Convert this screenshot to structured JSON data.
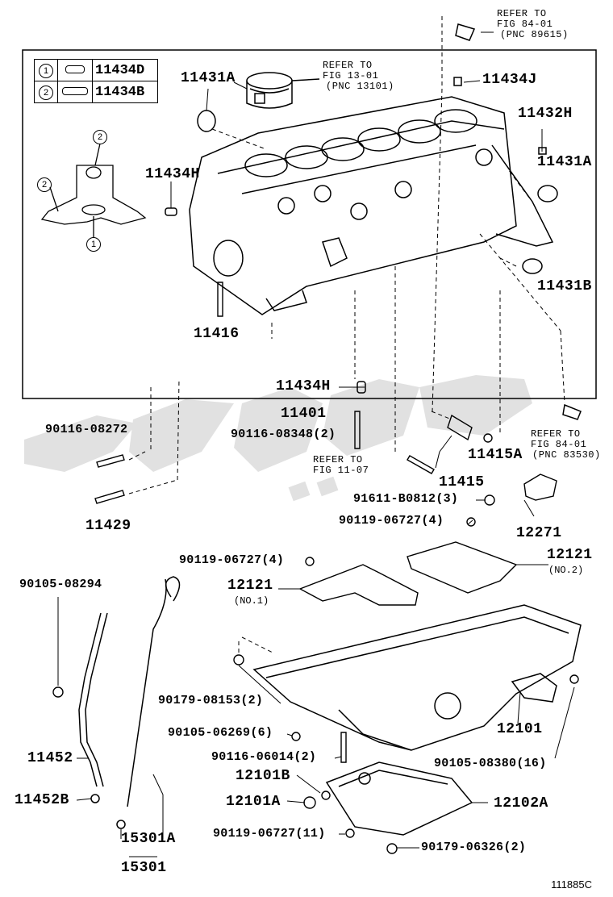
{
  "legend": {
    "rows": [
      {
        "num": "1",
        "part": "11434D"
      },
      {
        "num": "2",
        "part": "11434B"
      }
    ]
  },
  "labels": {
    "p11431A_top": "11431A",
    "ref_piston_1": "REFER TO",
    "ref_piston_2": "FIG 13-01",
    "ref_piston_3": "(PNC 13101)",
    "ref_sensor_1": "REFER TO",
    "ref_sensor_2": "FIG 84-01",
    "ref_sensor_3": "(PNC 89615)",
    "p11434J": "11434J",
    "p11432H": "11432H",
    "p11431A_right": "11431A",
    "p11434H_left": "11434H",
    "p11431B": "11431B",
    "p11416": "11416",
    "p11434H_mid": "11434H",
    "p11401": "11401",
    "p90116_08272": "90116-08272",
    "p90116_08348": "90116-08348(2)",
    "ref_cover_1": "REFER TO",
    "ref_cover_2": "FIG 11-07",
    "p11415A": "11415A",
    "p11415": "11415",
    "ref_knock_1": "REFER TO",
    "ref_knock_2": "FIG 84-01",
    "ref_knock_3": "(PNC 83530)",
    "p11429": "11429",
    "p91611": "91611-B0812(3)",
    "p90119_06727_4a": "90119-06727(4)",
    "p12271": "12271",
    "p90119_06727_4b": "90119-06727(4)",
    "p12121_no2": "12121",
    "no2": "(NO.2)",
    "p12121_no1": "12121",
    "no1": "(NO.1)",
    "p90105_08294": "90105-08294",
    "p90179_08153": "90179-08153(2)",
    "p12101": "12101",
    "p90105_06269": "90105-06269(6)",
    "p90116_06014": "90116-06014(2)",
    "p90105_08380": "90105-08380(16)",
    "p11452": "11452",
    "p12101B": "12101B",
    "p11452B": "11452B",
    "p12101A": "12101A",
    "p12102A": "12102A",
    "p90119_06727_11": "90119-06727(11)",
    "p90179_06326": "90179-06326(2)",
    "p15301A": "15301A",
    "p15301": "15301",
    "circle_1": "1",
    "circle_2": "2"
  },
  "drawing_code": "111885C",
  "watermark_color": "#d9d9d9"
}
